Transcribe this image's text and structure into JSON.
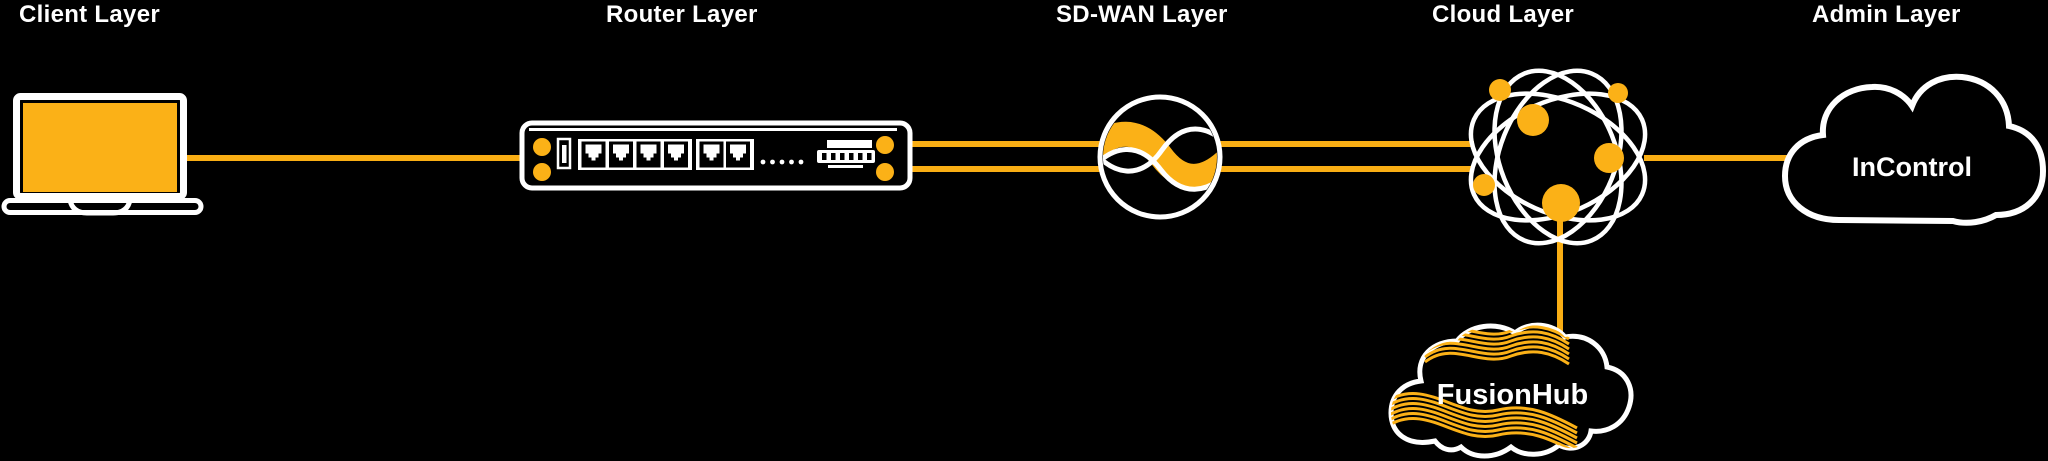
{
  "diagram": {
    "colors": {
      "accent": "#FBB117",
      "line": "#F9AE14",
      "foreground": "#FFFFFF",
      "background": "#000000"
    },
    "layers": [
      {
        "label": "Client Layer",
        "icon": "laptop-icon"
      },
      {
        "label": "Router Layer",
        "icon": "router-icon"
      },
      {
        "label": "SD-WAN Layer",
        "icon": "sdwan-wave-icon"
      },
      {
        "label": "Cloud Layer",
        "icon": "network-globe-icon"
      },
      {
        "label": "Admin Layer",
        "icon": "admin-cloud-icon"
      }
    ],
    "nodes": {
      "incontrol": {
        "label": "InControl"
      },
      "fusionhub": {
        "label": "FusionHub"
      }
    },
    "connections": [
      {
        "from": "client-laptop",
        "to": "router",
        "lines": 1
      },
      {
        "from": "router",
        "to": "sdwan-wave",
        "lines": 2
      },
      {
        "from": "sdwan-wave",
        "to": "cloud-globe",
        "lines": 2
      },
      {
        "from": "cloud-globe",
        "to": "incontrol-cloud",
        "lines": 1
      },
      {
        "from": "cloud-globe",
        "to": "fusionhub-cloud",
        "lines": 1
      }
    ]
  }
}
